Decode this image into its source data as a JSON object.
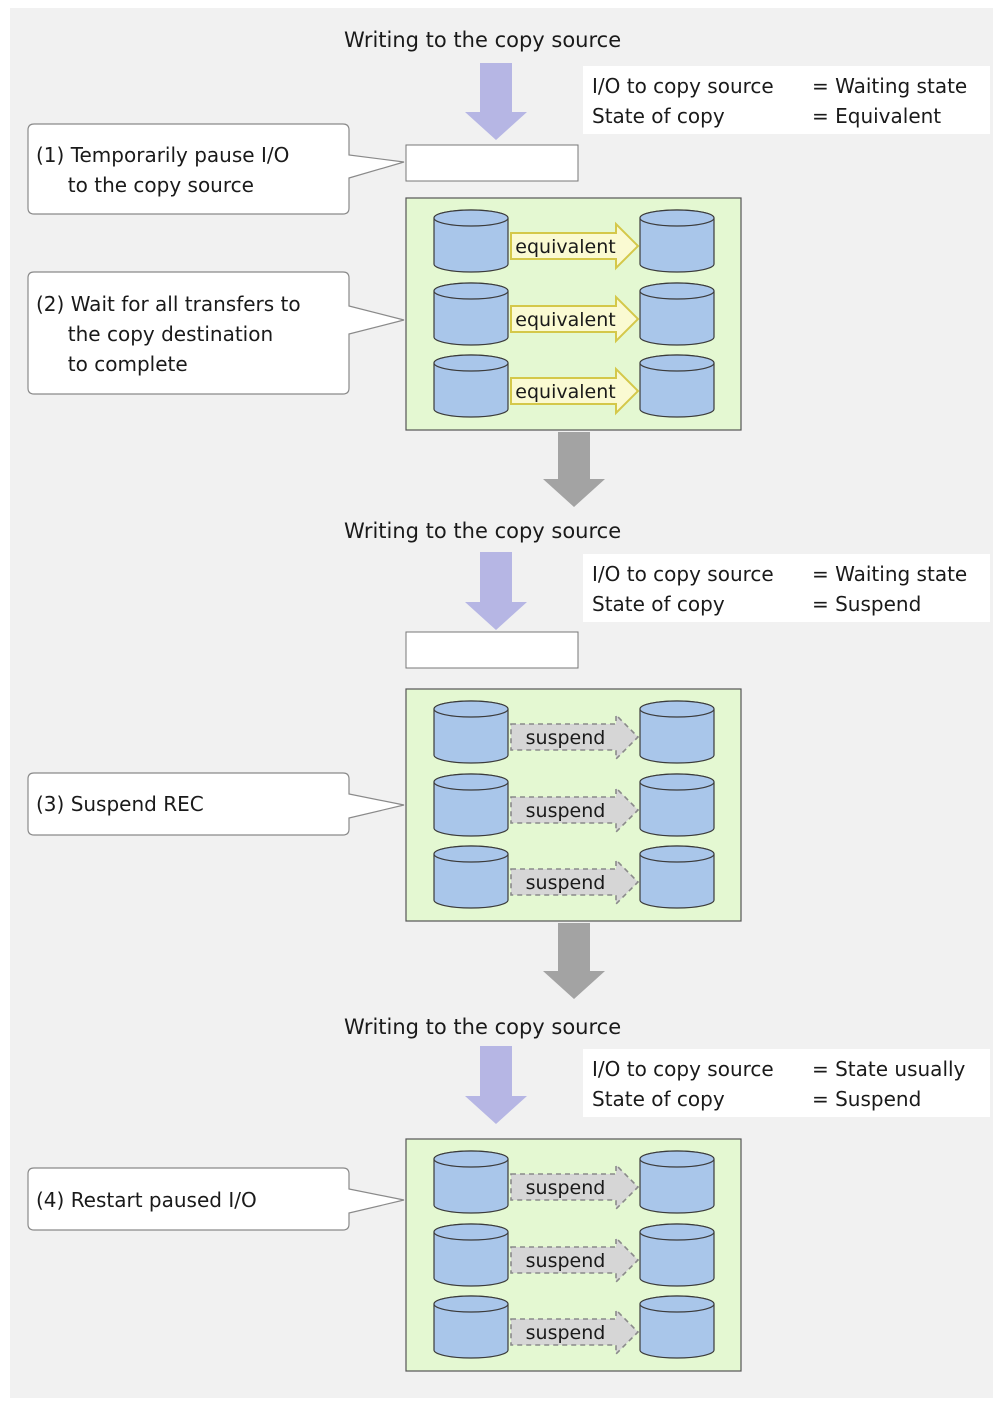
{
  "steps": [
    {
      "title": "Writing to the copy source",
      "io_label": "I/O to copy source",
      "io_value": "= Waiting state",
      "copy_label": "State of copy",
      "copy_value": "= Equivalent",
      "has_io_box": true,
      "arrow_style": "equivalent",
      "pairs": [
        "equivalent",
        "equivalent",
        "equivalent"
      ],
      "callouts": [
        {
          "lines": [
            "(1) Temporarily pause I/O",
            "     to the copy source"
          ]
        },
        {
          "lines": [
            "(2) Wait for all transfers to",
            "     the copy destination",
            "     to complete"
          ]
        }
      ]
    },
    {
      "title": "Writing to the copy source",
      "io_label": "I/O to copy source",
      "io_value": "= Waiting state",
      "copy_label": "State of copy",
      "copy_value": "= Suspend",
      "has_io_box": true,
      "arrow_style": "suspend",
      "pairs": [
        "suspend",
        "suspend",
        "suspend"
      ],
      "callouts": [
        {
          "lines": [
            "(3) Suspend REC"
          ]
        }
      ]
    },
    {
      "title": "Writing to the copy source",
      "io_label": "I/O to copy source",
      "io_value": "= State usually",
      "copy_label": "State of copy",
      "copy_value": "= Suspend",
      "has_io_box": false,
      "arrow_style": "suspend",
      "pairs": [
        "suspend",
        "suspend",
        "suspend"
      ],
      "callouts": [
        {
          "lines": [
            "(4) Restart paused I/O"
          ]
        }
      ]
    }
  ],
  "colors": {
    "background": "#f1f1f1",
    "panel": "#e4f8d2",
    "disk_fill": "#a9c6ea",
    "write_arrow": "#b6b6e4",
    "flow_arrow": "#a3a3a3",
    "equivalent_arrow": "#fafad2",
    "suspend_arrow": "#d6d6d6"
  }
}
